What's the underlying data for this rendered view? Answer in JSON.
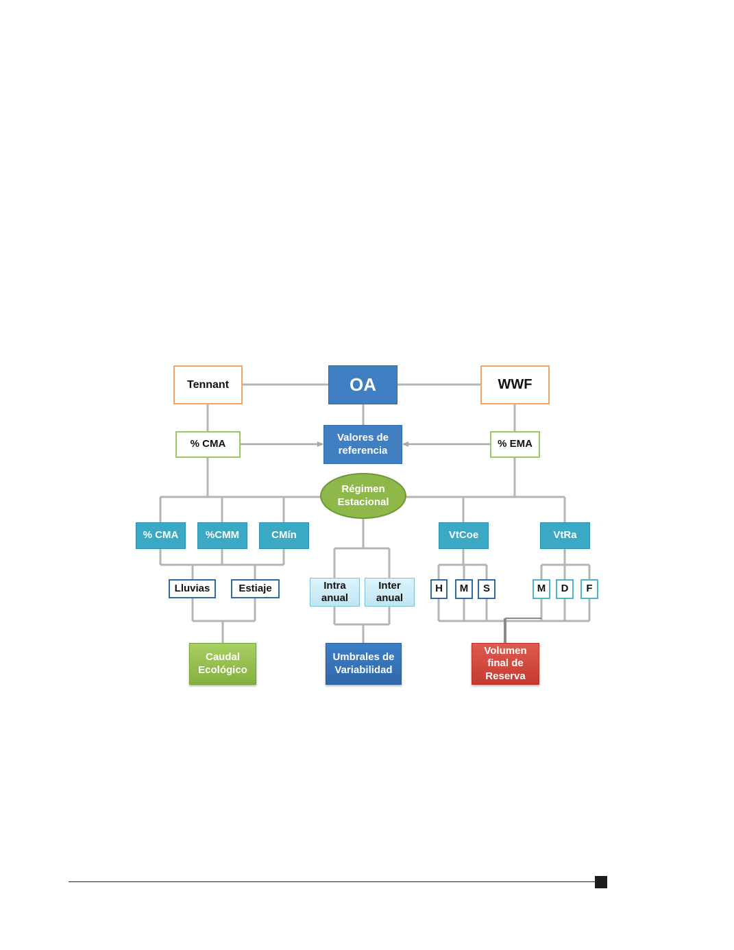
{
  "nodes": {
    "tennant": "Tennant",
    "oa": "OA",
    "wwf": "WWF",
    "cma_top": "% CMA",
    "valores_l1": "Valores de",
    "valores_l2": "referencia",
    "ema": "% EMA",
    "regimen_l1": "Régimen",
    "regimen_l2": "Estacional",
    "cma_low": "% CMA",
    "cmm": "%CMM",
    "cmin": "CMín",
    "vtcoe": "VtCoe",
    "vtra": "VtRa",
    "lluvias": "Lluvias",
    "estiaje": "Estiaje",
    "intra_l1": "Intra",
    "intra_l2": "anual",
    "inter_l1": "Inter",
    "inter_l2": "anual",
    "h": "H",
    "m1": "M",
    "s": "S",
    "m2": "M",
    "d": "D",
    "f": "F",
    "caudal_l1": "Caudal",
    "caudal_l2": "Ecológico",
    "umbrales_l1": "Umbrales de",
    "umbrales_l2": "Variabilidad",
    "volumen_l1": "Volumen",
    "volumen_l2": "final de",
    "volumen_l3": "Reserva"
  },
  "colors": {
    "connector": "#b4b4b4",
    "arrow": "#a9a9a9",
    "orange_border": "#f5a35e",
    "blue": "#3f7fc2",
    "green_border": "#9bc661",
    "teal": "#3ba8c4",
    "ellipse_green": "#8fb84a",
    "result_green": "#8db543",
    "result_blue": "#2f6dae",
    "result_red": "#d0463b"
  }
}
